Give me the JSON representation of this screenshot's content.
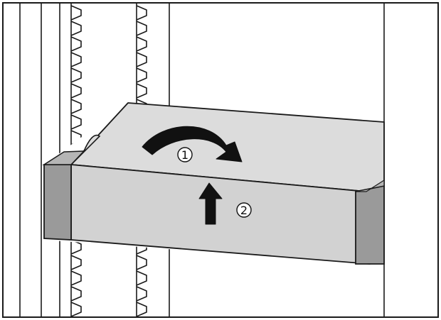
{
  "diagram": {
    "steps": [
      {
        "number": "1",
        "action": "rotate"
      },
      {
        "number": "2",
        "action": "push-up"
      }
    ],
    "colors": {
      "line": "#1a1a1a",
      "shelf_top": "#dcdcdc",
      "shelf_front": "#d2d2d2",
      "end_cap": "#9a9a9a",
      "arrow": "#111111",
      "background": "#ffffff"
    }
  }
}
